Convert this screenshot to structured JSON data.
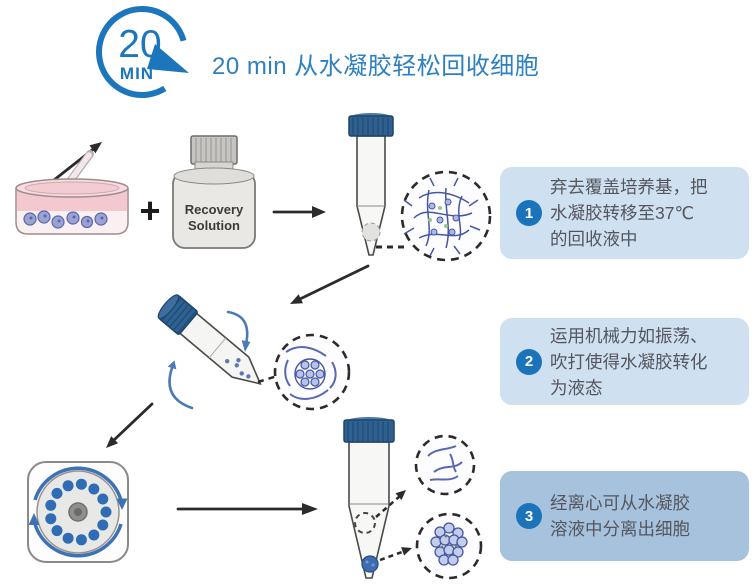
{
  "header": {
    "badge_number": "20",
    "badge_unit": "MIN",
    "title": "20 min 从水凝胶轻松回收细胞"
  },
  "scene": {
    "plus_sign": "+",
    "bottle_label_line1": "Recovery",
    "bottle_label_line2": "Solution"
  },
  "steps": [
    {
      "number": "1",
      "lines": [
        "弃去覆盖培养基，把",
        "水凝胶转移至37℃",
        "的回收液中"
      ]
    },
    {
      "number": "2",
      "lines": [
        "运用机械力如振荡、",
        "吹打使得水凝胶转化",
        "为液态"
      ]
    },
    {
      "number": "3",
      "lines": [
        "经离心可从水凝胶",
        "溶液中分离出细胞"
      ]
    }
  ],
  "colors": {
    "accent_blue": "#1b76bc",
    "title_blue": "#2e80c1",
    "box_light": "#cfe0f0",
    "box_dark": "#a6c2dd",
    "step_text": "#54565e",
    "number_bg": "#1b74ba",
    "cap_blue": "#2e6191",
    "curve_arrow": "#4d79b5",
    "cell_blue": "#4456a4",
    "dish_pink": "#f3c9ce",
    "arrow_black": "#2b2b2b"
  }
}
